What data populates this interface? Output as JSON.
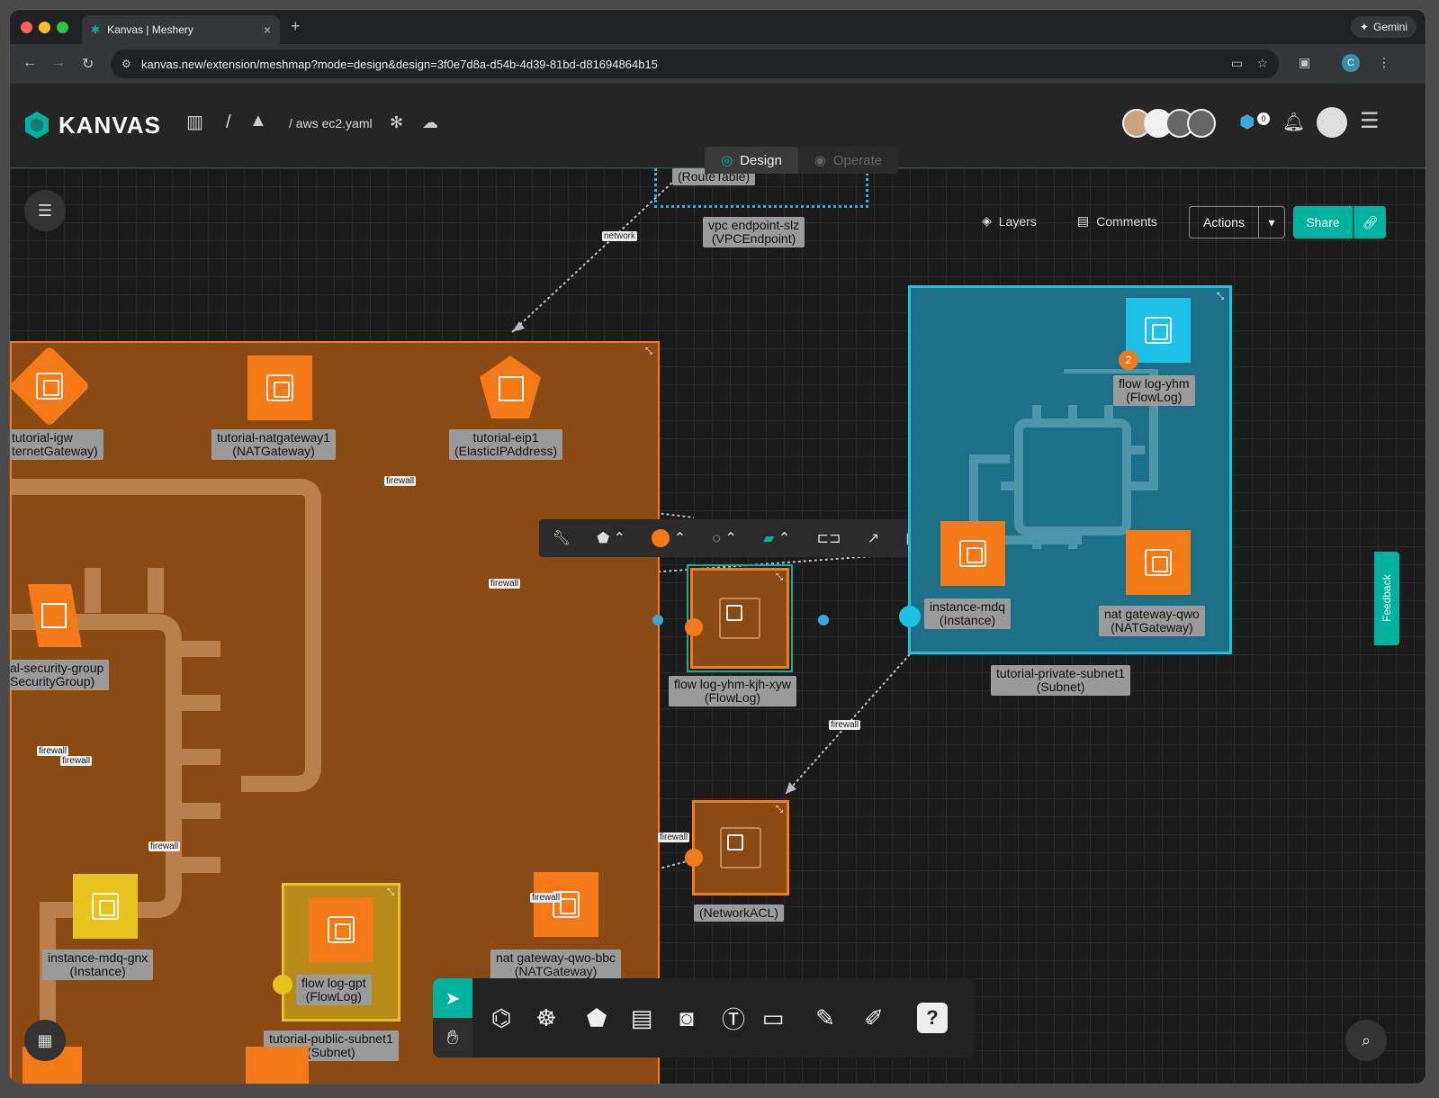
{
  "browser": {
    "tab_title": "Kanvas | Meshery",
    "tab_close": "×",
    "new_tab": "+",
    "gemini_label": "Gemini",
    "url": "kanvas.new/extension/meshmap?mode=design&design=3f0e7d8a-d54b-4d39-81bd-d81694864b15",
    "profile_initial": "C"
  },
  "header": {
    "logo_text": "KANVAS",
    "separator": "/",
    "file_prefix": "/",
    "file_name": "aws ec2.yaml",
    "notification_count": "0"
  },
  "modes": {
    "design": "Design",
    "operate": "Operate"
  },
  "canvas_controls": {
    "layers": "Layers",
    "comments": "Comments",
    "actions": "Actions",
    "share": "Share",
    "feedback": "Feedback"
  },
  "nodes": {
    "routetable": "(RouteTable)",
    "vpc_endpoint": [
      "vpc endpoint-slz",
      "(VPCEndpoint)"
    ],
    "igw": [
      "tutorial-igw",
      "ternetGateway)"
    ],
    "natgw1": [
      "tutorial-natgateway1",
      "(NATGateway)"
    ],
    "eip1": [
      "tutorial-eip1",
      "(ElasticIPAddress)"
    ],
    "secgroup": [
      "al-security-group",
      "SecurityGroup)"
    ],
    "flowlog_kjh": [
      "flow log-yhm-kjh-xyw",
      "(FlowLog)"
    ],
    "flowlog_yhm": [
      "flow log-yhm",
      "(FlowLog)"
    ],
    "flowlog_yhm_badge": "2",
    "instance_mdq": [
      "instance-mdq",
      "(Instance)"
    ],
    "natgw_qwo": [
      "nat gateway-qwo",
      "(NATGateway)"
    ],
    "private_subnet": [
      "tutorial-private-subnet1",
      "(Subnet)"
    ],
    "networkacl": "(NetworkACL)",
    "instance_gnx": [
      "instance-mdq-gnx",
      "(Instance)"
    ],
    "flowlog_gpt": [
      "flow log-gpt",
      "(FlowLog)"
    ],
    "natgw_bbc": [
      "nat gateway-qwo-bbc",
      "(NATGateway)"
    ],
    "public_subnet": [
      "tutorial-public-subnet1",
      "(Subnet)"
    ]
  },
  "edges": {
    "network": "network",
    "firewall": "firewall"
  },
  "colors": {
    "accent": "#00b39f",
    "orange": "#f47a17",
    "subnet_public": "#8a4a14",
    "subnet_private": "#1b6f86",
    "yellow": "#e8c21d"
  }
}
